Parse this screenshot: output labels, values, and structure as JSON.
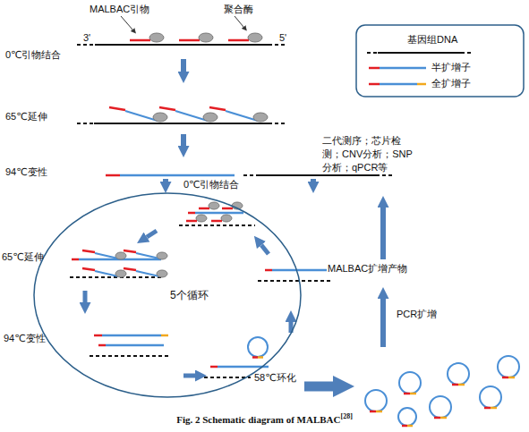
{
  "diagram": {
    "caption": "Fig. 2 Schematic diagram of MALBAC",
    "nodes": [
      {
        "text": [
          "0℃引物结合",
          "65℃延伸",
          "94℃变性",
          "58℃环化",
          "5个循环"
        ]
      }
    ],
    "labels": [
      "MALBAC引物",
      "聚合酶",
      "3'",
      "5'",
      "0℃引物结合",
      "65℃延伸",
      "94℃变性",
      "二代测序；芯片检测；CNV分析；SNP分析；qPCR等",
      "MALBAC扩增产物",
      "PCR扩增",
      "[28]"
    ],
    "legend": [
      {
        "text": "基因组DNA"
      },
      {
        "text": "半扩增子"
      },
      {
        "text": "全扩增子"
      }
    ]
  }
}
